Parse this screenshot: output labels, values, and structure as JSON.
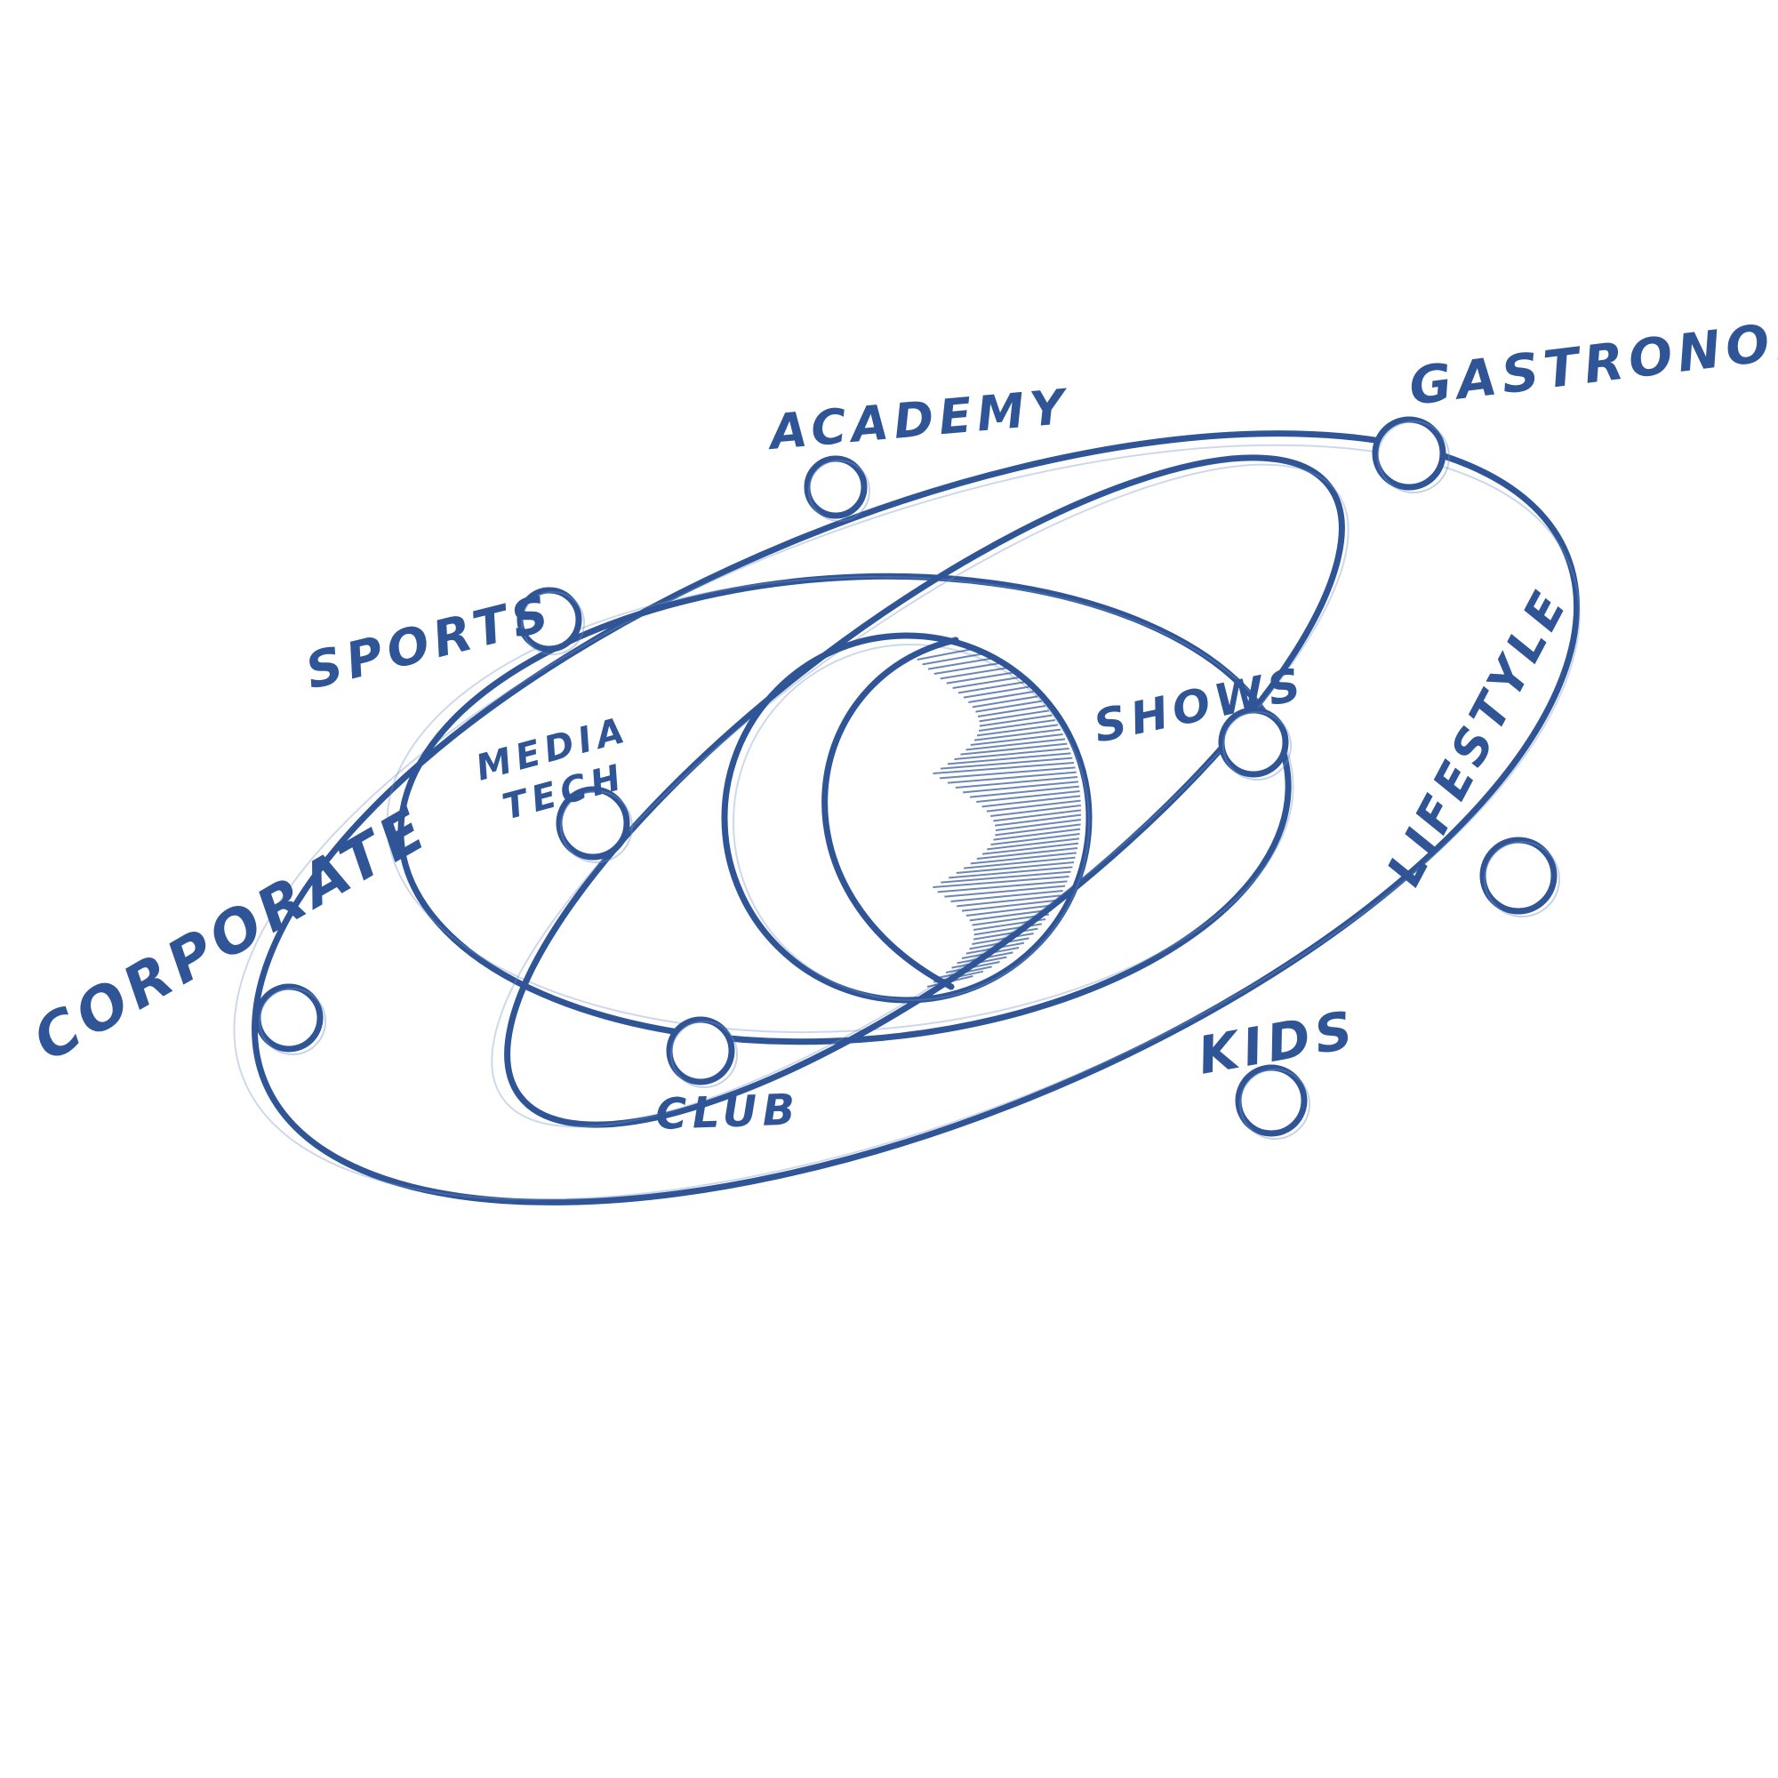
{
  "colors": {
    "ink": "#2f5597",
    "ink_light": "#6f8fc4",
    "background": "#ffffff"
  },
  "labels": {
    "academy": "ACADEMY",
    "gastronomy": "GASTRONOMY",
    "sports": "SPORTS",
    "media": "MEDIA",
    "tech": "TECH",
    "shows": "SHOWS",
    "lifestyle": "LIFESTYLE",
    "corporate": "CORPORATE",
    "kids": "KIDS",
    "club": "CLUB"
  }
}
